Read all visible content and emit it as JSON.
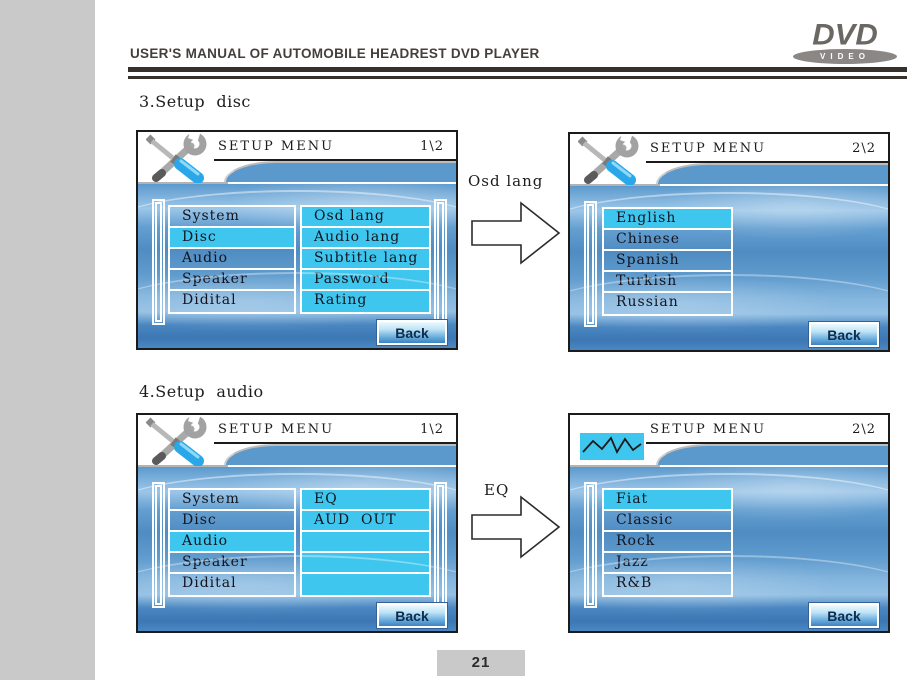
{
  "page": {
    "manual_title": "USER'S MANUAL OF AUTOMOBILE HEADREST DVD PLAYER",
    "page_number": "21",
    "logo_dvd": "DVD",
    "logo_video": "VIDEO",
    "colors": {
      "highlight_cyan": "#3fc6ee",
      "screen_blue": "#4f8cc2",
      "sidebar_gray": "#c9c9c9"
    }
  },
  "sections": [
    {
      "heading": "3.Setup  disc",
      "transition_label": "Osd lang"
    },
    {
      "heading": "4.Setup  audio",
      "transition_label": "EQ"
    }
  ],
  "screens": [
    {
      "title": "SETUP MENU",
      "page_indicator": "1\\2",
      "left_items": [
        {
          "label": "System",
          "selected": false
        },
        {
          "label": "Disc",
          "selected": true
        },
        {
          "label": "Audio",
          "selected": false
        },
        {
          "label": "Speaker",
          "selected": false
        },
        {
          "label": "Didital",
          "selected": false
        }
      ],
      "right_items": [
        "Osd lang",
        "Audio lang",
        "Subtitle lang",
        "Password",
        "Rating"
      ],
      "back_label": "Back"
    },
    {
      "title": "SETUP MENU",
      "page_indicator": "2\\2",
      "items": [
        {
          "label": "English",
          "selected": true
        },
        {
          "label": "Chinese",
          "selected": false
        },
        {
          "label": "Spanish",
          "selected": false
        },
        {
          "label": "Turkish",
          "selected": false
        },
        {
          "label": "Russian",
          "selected": false
        }
      ],
      "back_label": "Back"
    },
    {
      "title": "SETUP MENU",
      "page_indicator": "1\\2",
      "left_items": [
        {
          "label": "System",
          "selected": false
        },
        {
          "label": "Disc",
          "selected": false
        },
        {
          "label": "Audio",
          "selected": true
        },
        {
          "label": "Speaker",
          "selected": false
        },
        {
          "label": "Didital",
          "selected": false
        }
      ],
      "right_items": [
        "EQ",
        "AUD  OUT",
        "",
        "",
        ""
      ],
      "back_label": "Back"
    },
    {
      "title": "SETUP MENU",
      "page_indicator": "2\\2",
      "items": [
        {
          "label": "Fiat",
          "selected": true
        },
        {
          "label": "Classic",
          "selected": false
        },
        {
          "label": "Rock",
          "selected": false
        },
        {
          "label": "Jazz",
          "selected": false
        },
        {
          "label": "R&B",
          "selected": false
        }
      ],
      "back_label": "Back"
    }
  ]
}
